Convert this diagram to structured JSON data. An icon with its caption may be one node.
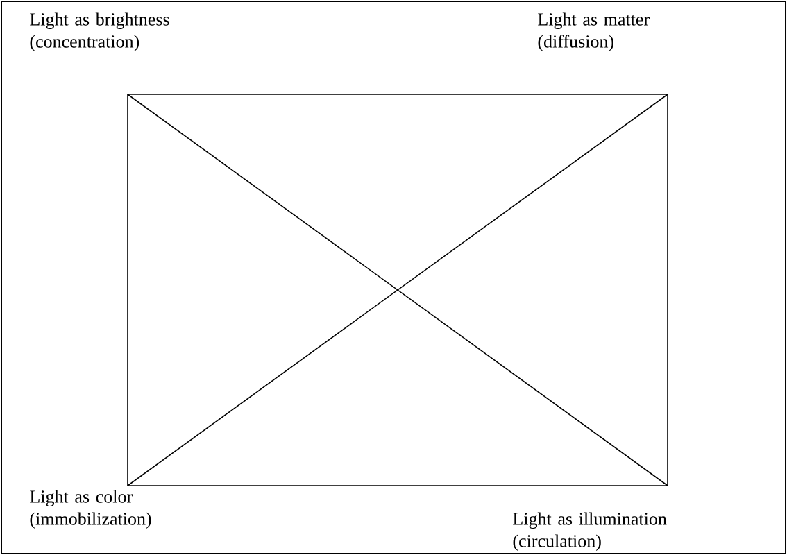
{
  "diagram": {
    "nodes": [
      {
        "text": [],
        "shape": "point",
        "beside": [
          "Light as brightness (concentration)"
        ]
      },
      {
        "text": [],
        "shape": "point",
        "beside": [
          "Light as matter (diffusion)"
        ]
      },
      {
        "text": [],
        "shape": "point",
        "beside": [
          "Light as color (immobilization)"
        ]
      },
      {
        "text": [],
        "shape": "point",
        "beside": [
          "Light as illumination (circulation)"
        ]
      }
    ],
    "edges": [
      {
        "from": 0,
        "to": 1,
        "arrow": "none"
      },
      {
        "from": 1,
        "to": 3,
        "arrow": "none"
      },
      {
        "from": 3,
        "to": 2,
        "arrow": "none"
      },
      {
        "from": 2,
        "to": 0,
        "arrow": "none"
      },
      {
        "from": 0,
        "to": 3,
        "arrow": "none"
      },
      {
        "from": 1,
        "to": 2,
        "arrow": "none"
      }
    ]
  }
}
